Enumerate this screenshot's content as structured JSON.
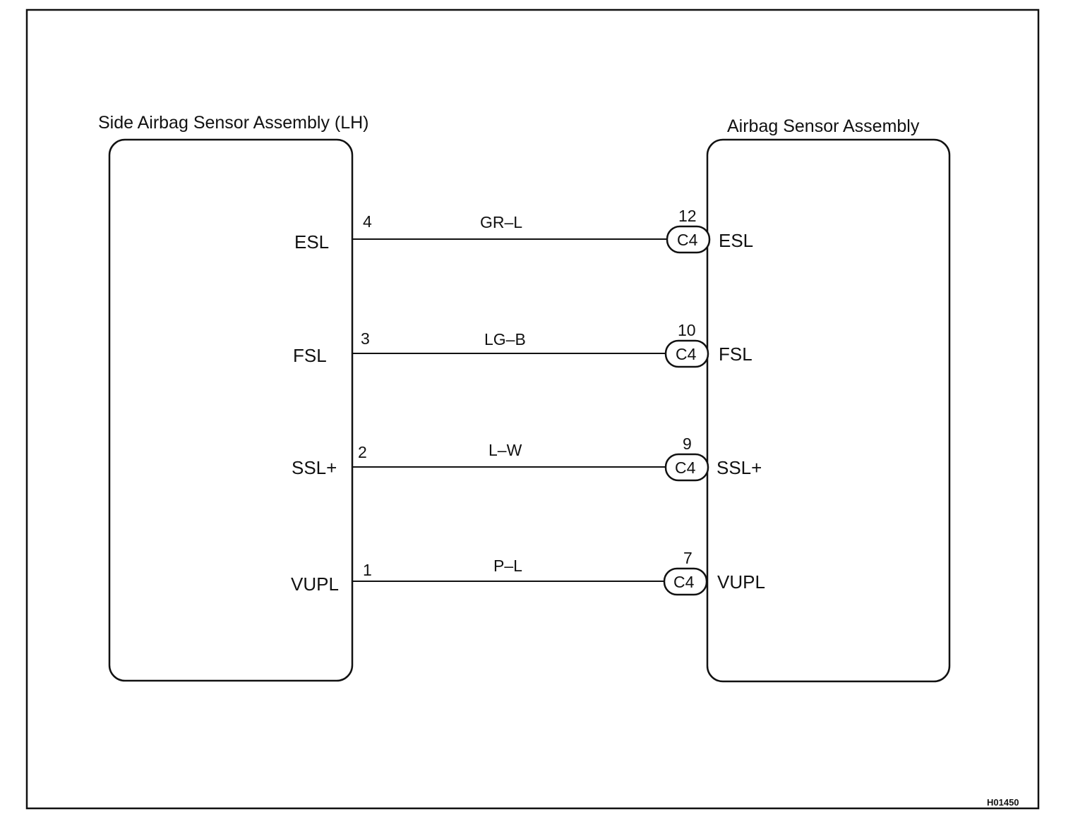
{
  "left_component": {
    "title": "Side Airbag Sensor Assembly (LH)",
    "pins": [
      {
        "name": "ESL",
        "number": "4"
      },
      {
        "name": "FSL",
        "number": "3"
      },
      {
        "name": "SSL+",
        "number": "2"
      },
      {
        "name": "VUPL",
        "number": "1"
      }
    ]
  },
  "right_component": {
    "title": "Airbag Sensor Assembly",
    "pins": [
      {
        "name": "ESL",
        "number": "12",
        "connector": "C4"
      },
      {
        "name": "FSL",
        "number": "10",
        "connector": "C4"
      },
      {
        "name": "SSL+",
        "number": "9",
        "connector": "C4"
      },
      {
        "name": "VUPL",
        "number": "7",
        "connector": "C4"
      }
    ]
  },
  "wires": [
    {
      "color_code": "GR–L"
    },
    {
      "color_code": "LG–B"
    },
    {
      "color_code": "L–W"
    },
    {
      "color_code": "P–L"
    }
  ],
  "figure_code": "H01450"
}
